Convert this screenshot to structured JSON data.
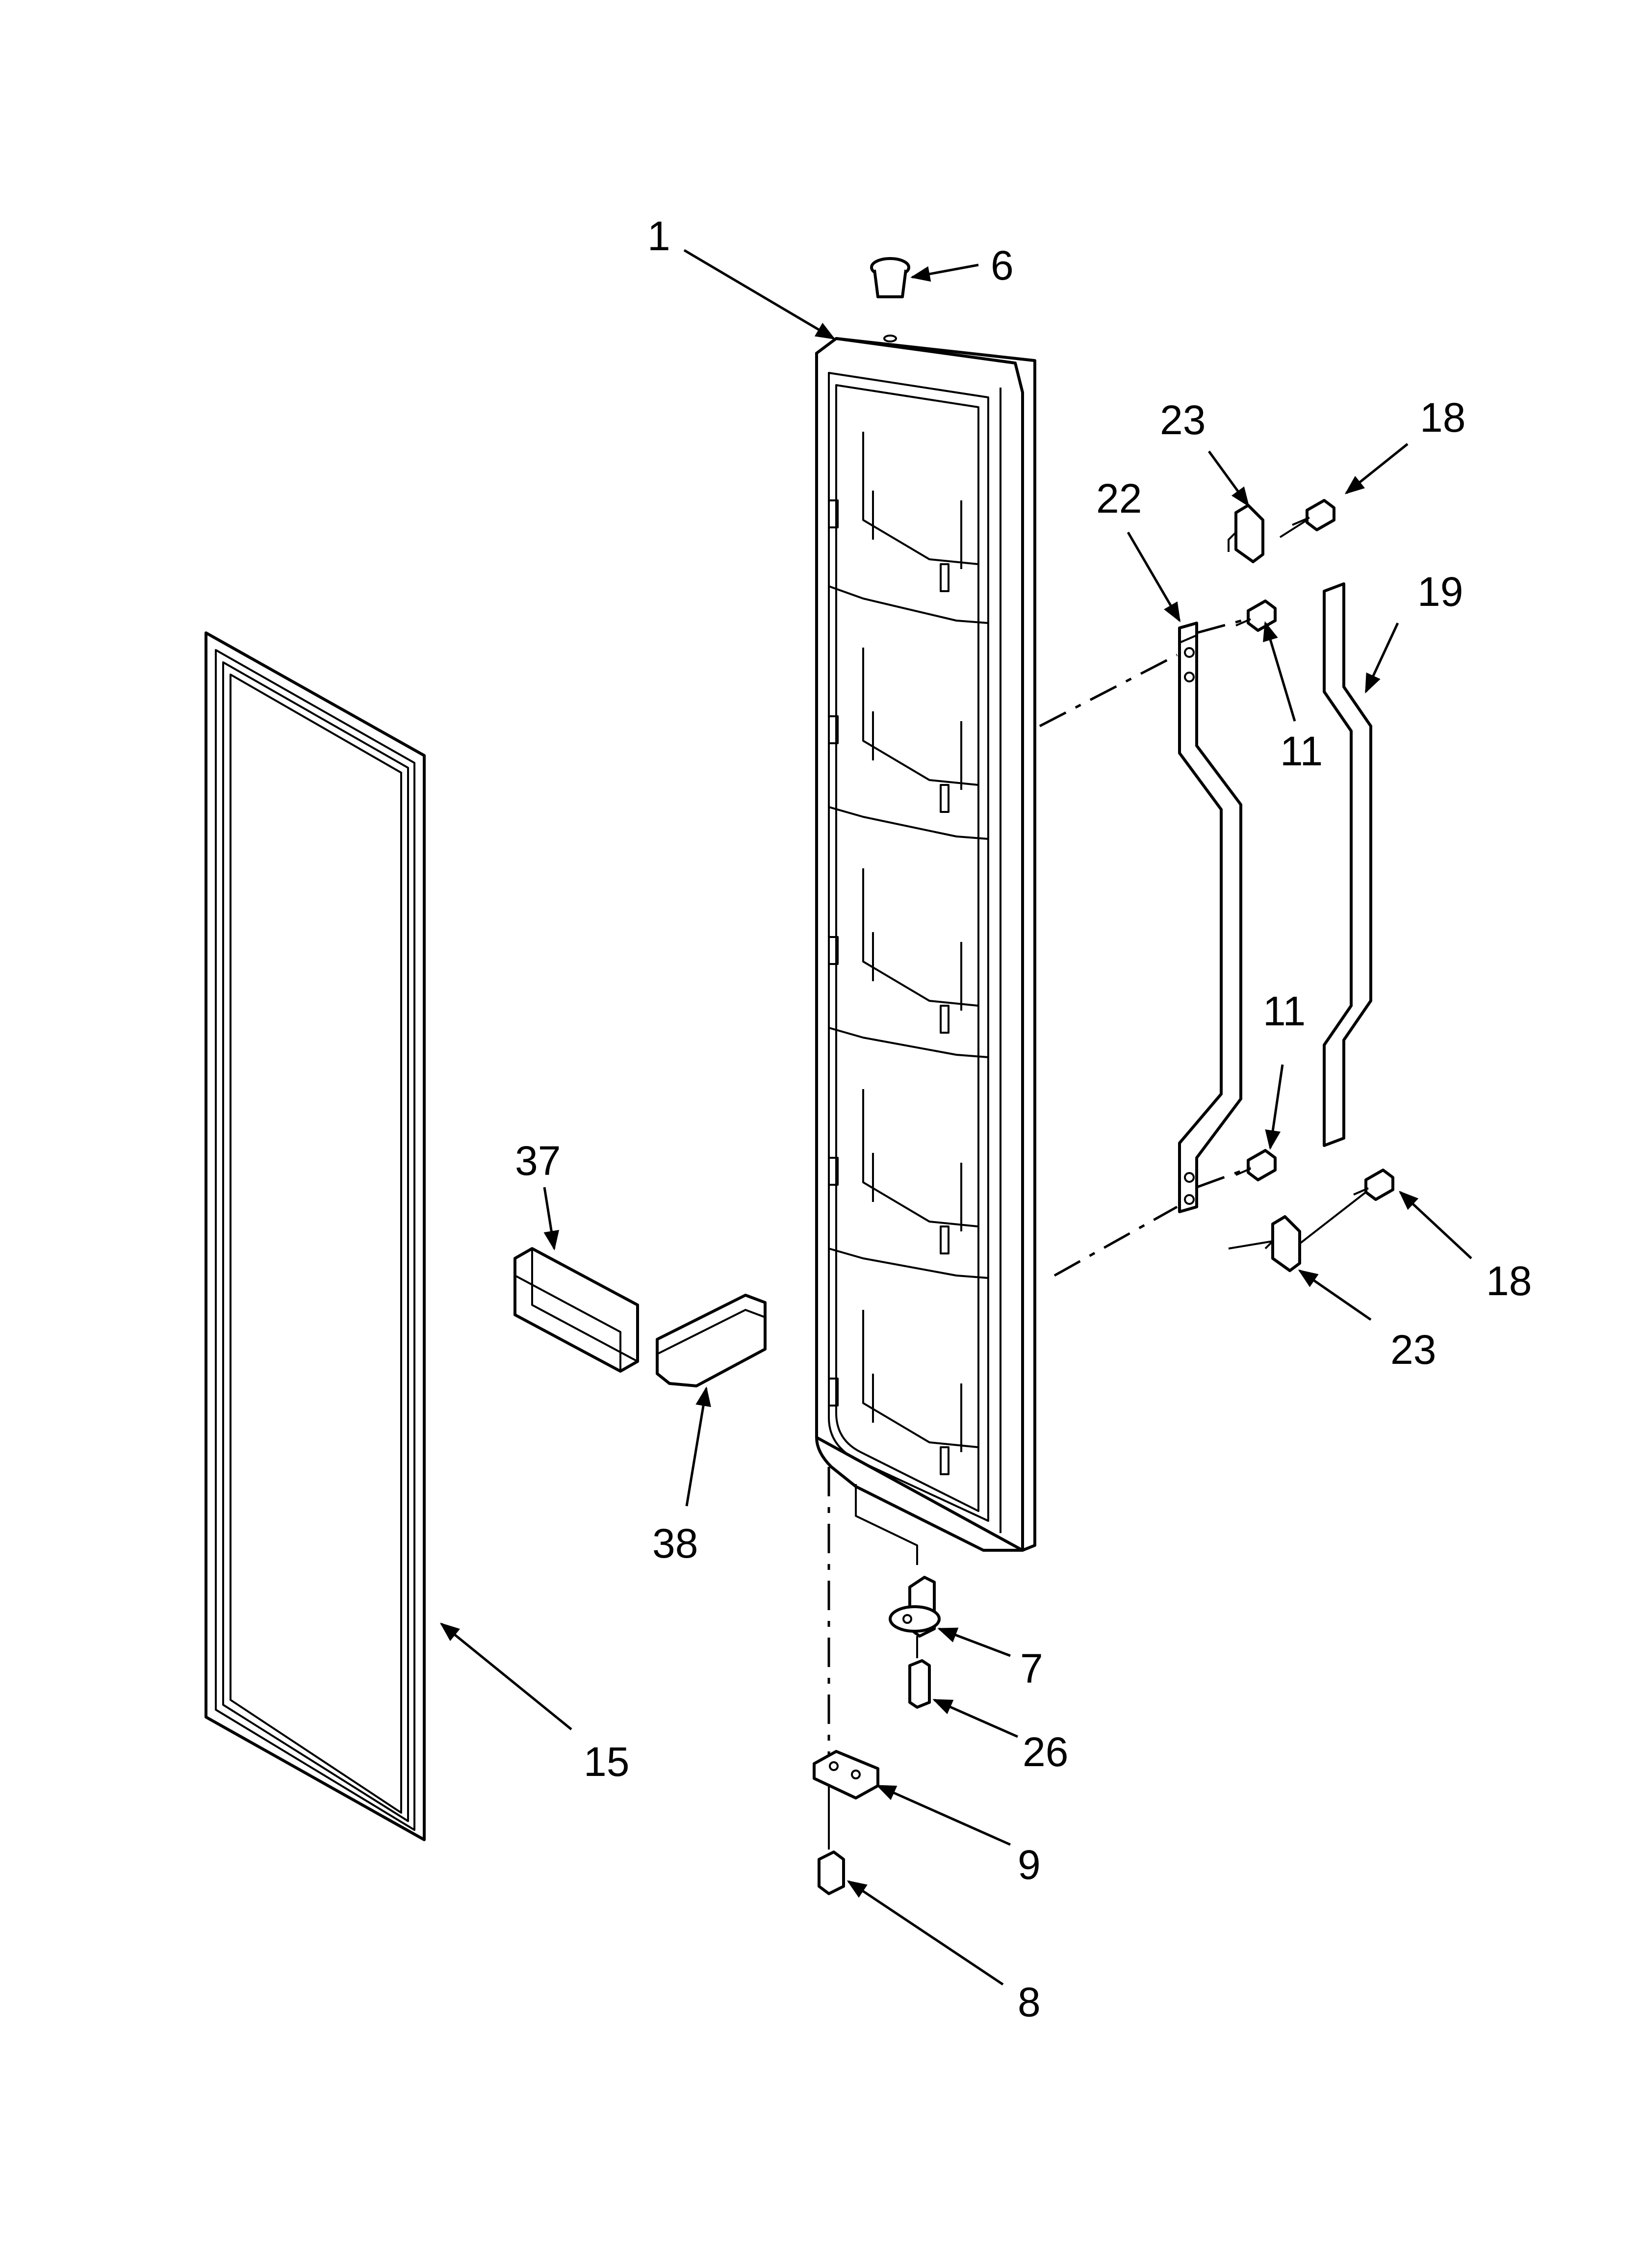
{
  "diagram": {
    "callouts": [
      {
        "id": "c1",
        "label": "1"
      },
      {
        "id": "c6",
        "label": "6"
      },
      {
        "id": "c23a",
        "label": "23"
      },
      {
        "id": "c18a",
        "label": "18"
      },
      {
        "id": "c22",
        "label": "22"
      },
      {
        "id": "c19",
        "label": "19"
      },
      {
        "id": "c11a",
        "label": "11"
      },
      {
        "id": "c11b",
        "label": "11"
      },
      {
        "id": "c37",
        "label": "37"
      },
      {
        "id": "c18b",
        "label": "18"
      },
      {
        "id": "c23b",
        "label": "23"
      },
      {
        "id": "c38",
        "label": "38"
      },
      {
        "id": "c7",
        "label": "7"
      },
      {
        "id": "c26",
        "label": "26"
      },
      {
        "id": "c15",
        "label": "15"
      },
      {
        "id": "c9",
        "label": "9"
      },
      {
        "id": "c8",
        "label": "8"
      }
    ]
  }
}
